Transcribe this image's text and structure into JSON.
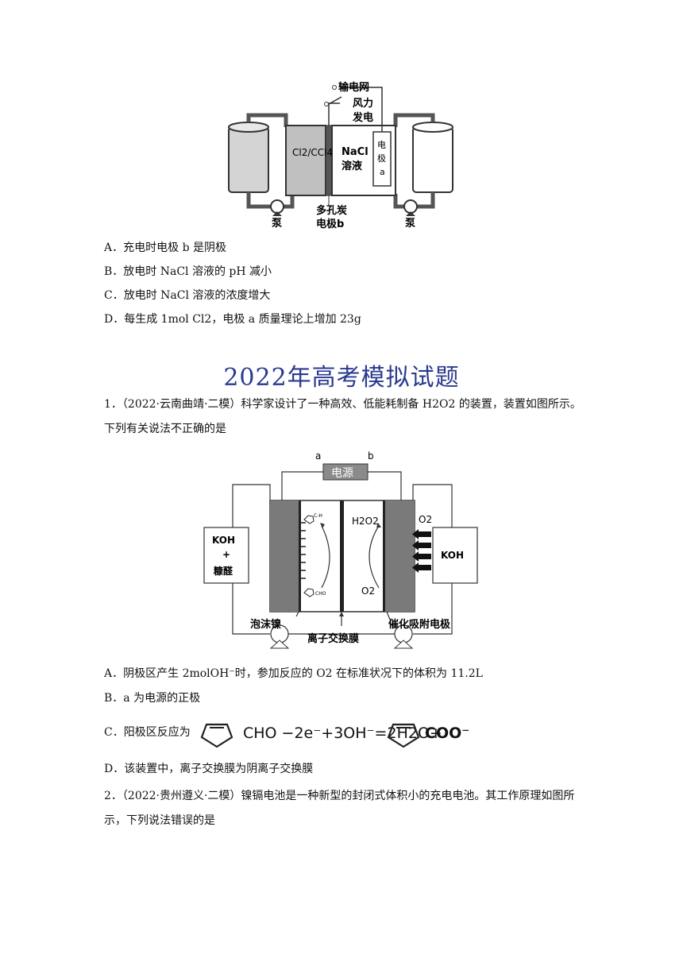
{
  "figure1": {
    "grid": "输电网",
    "wind1": "风力",
    "wind2": "发电",
    "left_cell": "Cl2/CCl4",
    "nacl1": "NaCl",
    "nacl2": "溶液",
    "electrode_a1": "电",
    "electrode_a2": "极",
    "electrode_a3": "a",
    "electrode_b1": "多孔炭",
    "electrode_b2": "电极b",
    "pump_left": "泵",
    "pump_right": "泵"
  },
  "q_prev": {
    "options": [
      {
        "letter": "A．",
        "text": "充电时电极 b 是阴极"
      },
      {
        "letter": "B．",
        "text": "放电时 NaCl 溶液的 pH 减小"
      },
      {
        "letter": "C．",
        "text": "放电时 NaCl 溶液的浓度增大"
      },
      {
        "letter": "D．",
        "text": "每生成 1mol Cl2，电极 a 质量理论上增加 23g"
      }
    ]
  },
  "section_title": "2022年高考模拟试题",
  "q1": {
    "stem": "1．（2022·云南曲靖·二模）科学家设计了一种高效、低能耗制备 H2O2 的装置，装置如图所示。下列有关说法不正确的是",
    "figure": {
      "a": "a",
      "b": "b",
      "power": "电源",
      "left_sol1": "KOH",
      "left_sol2": "+",
      "left_sol3": "糠醛",
      "right_sol": "KOH",
      "h2o2": "H2O2",
      "o2_top": "O2",
      "o2_bottom": "O2",
      "foam_ni": "泡沫镍",
      "membrane": "离子交换膜",
      "cat_electrode": "催化吸附电极",
      "cho_label": "CHO"
    },
    "options": [
      {
        "letter": "A．",
        "text": "阴极区产生 2molOH⁻时，参加反应的 O2 在标准状况下的体积为 11.2L"
      },
      {
        "letter": "B．",
        "text": "a 为电源的正极"
      },
      {
        "letter": "C．",
        "text": "阳极区反应为",
        "reaction_mid": "CHO −2e⁻+3OH⁻=2H2O+",
        "reaction_end": "COO⁻"
      },
      {
        "letter": "D．",
        "text": "该装置中，离子交换膜为阴离子交换膜"
      }
    ]
  },
  "q2": {
    "stem": "2．（2022·贵州遵义·二模）镍镉电池是一种新型的封闭式体积小的充电电池。其工作原理如图所示，下列说法错误的是"
  }
}
